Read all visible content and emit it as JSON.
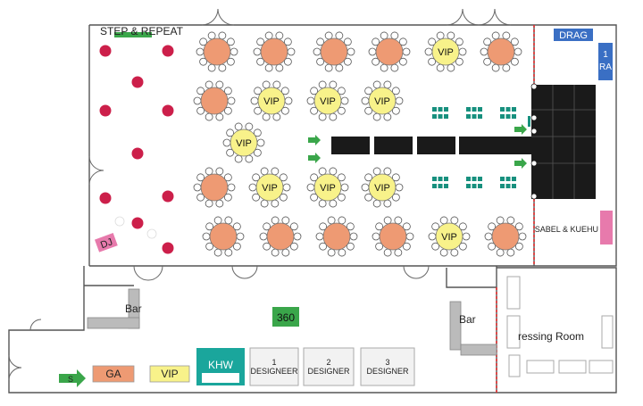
{
  "labels": {
    "step_repeat": "STEP & REPEAT",
    "drag": "DRAG",
    "race_a": "1",
    "race_b": "RA",
    "isabel": "SABEL & KUEHU",
    "dj": "DJ",
    "bar_left": "Bar",
    "bar_right": "Bar",
    "booth_360": "360",
    "dressing_room": "ressing Room",
    "ga": "GA",
    "vip_table": "VIP",
    "khw": "KHW",
    "designer1_num": "1",
    "designer1": "DESIGNEER",
    "designer2_num": "2",
    "designer2": "DESIGNER",
    "designer3_num": "3",
    "designer3": "DESIGNER",
    "entrance": "S"
  },
  "vip_label": "VIP",
  "round_tables": [
    {
      "type": "regular"
    },
    {
      "type": "regular"
    },
    {
      "type": "regular"
    },
    {
      "type": "regular"
    },
    {
      "type": "vip"
    },
    {
      "type": "regular"
    },
    {
      "type": "regular"
    },
    {
      "type": "vip"
    },
    {
      "type": "vip"
    },
    {
      "type": "vip"
    },
    {
      "type": "vip"
    },
    {
      "type": "regular"
    },
    {
      "type": "vip"
    },
    {
      "type": "vip"
    },
    {
      "type": "vip"
    },
    {
      "type": "regular"
    },
    {
      "type": "regular"
    },
    {
      "type": "regular"
    },
    {
      "type": "regular"
    },
    {
      "type": "vip"
    },
    {
      "type": "regular"
    }
  ],
  "colors": {
    "regular_table": "#ee9a73",
    "vip_table": "#f8f28a",
    "cocktail": "#cc1f4a",
    "runway": "#1a1a1a",
    "chair": "#17907e",
    "green": "#3aa64a",
    "drag_blue": "#3a6fc4",
    "pink": "#e77aac",
    "khw_teal": "#1aa69c",
    "red_line": "#e23030"
  }
}
